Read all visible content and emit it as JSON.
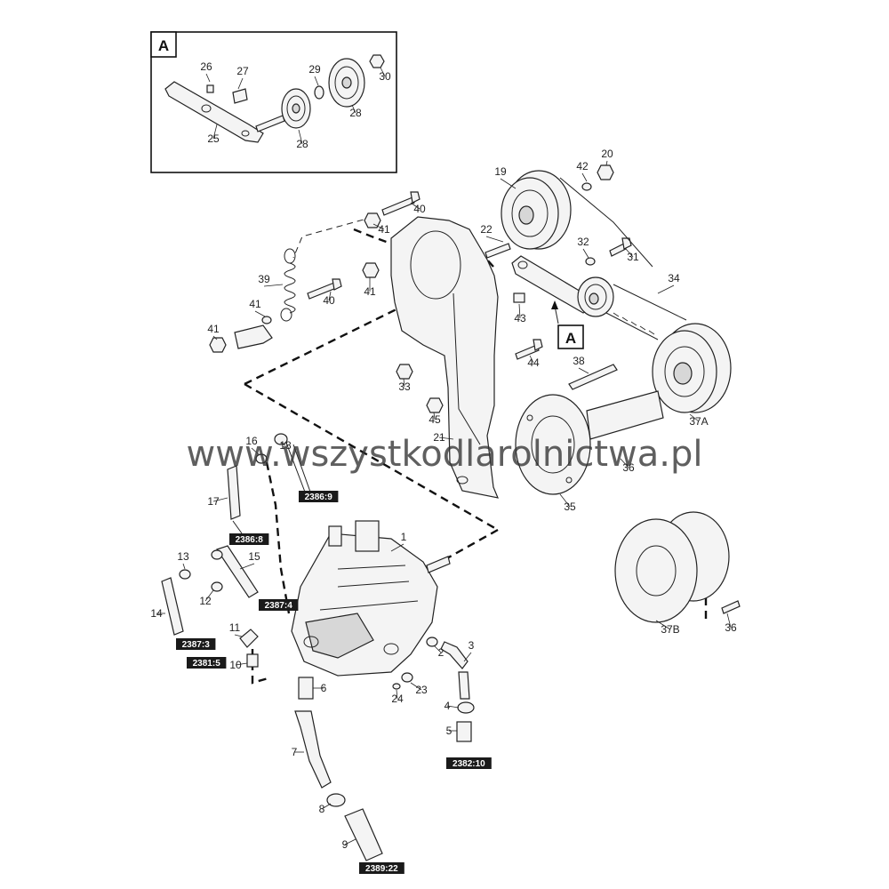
{
  "inset": {
    "label": "A"
  },
  "detail_marker": {
    "label": "A"
  },
  "watermark": "www.wszystkodlarolnictwa.pl",
  "callouts": [
    "1",
    "2",
    "3",
    "4",
    "5",
    "6",
    "7",
    "8",
    "9",
    "10",
    "11",
    "12",
    "13",
    "14",
    "15",
    "16",
    "17",
    "18",
    "19",
    "20",
    "21",
    "22",
    "23",
    "24",
    "25",
    "26",
    "27",
    "28",
    "28",
    "29",
    "30",
    "31",
    "32",
    "33",
    "34",
    "35",
    "36",
    "36",
    "37A",
    "37B",
    "38",
    "39",
    "40",
    "40",
    "41",
    "41",
    "41",
    "41",
    "42",
    "43",
    "44",
    "45"
  ],
  "references": [
    "2386:9",
    "2386:8",
    "2387:4",
    "2387:3",
    "2381:5",
    "2382:10",
    "2389:22"
  ]
}
